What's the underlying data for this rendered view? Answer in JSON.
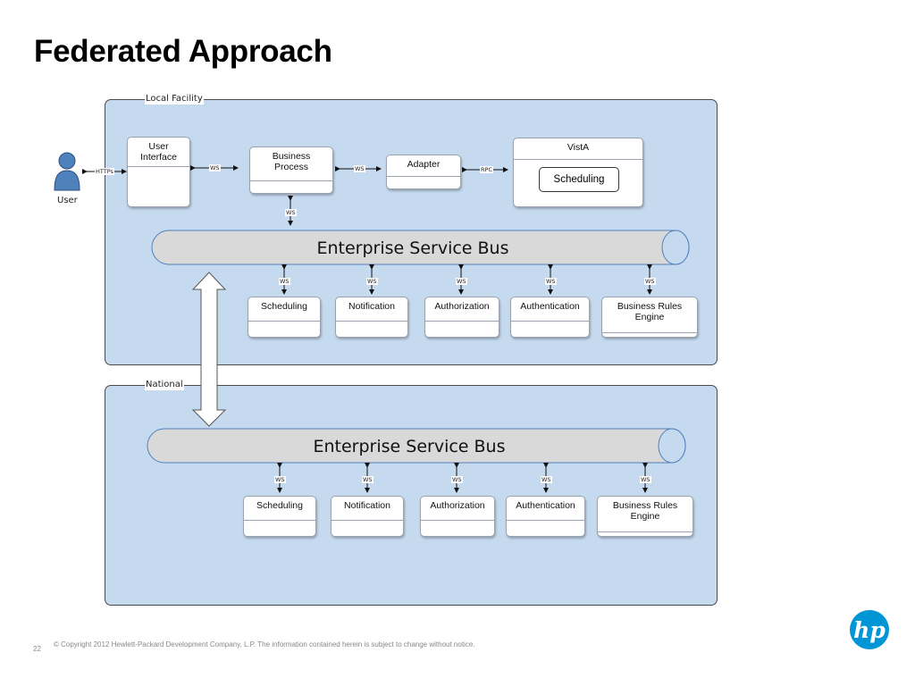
{
  "slide": {
    "title": "Federated Approach",
    "page_number": "22",
    "copyright": "© Copyright 2012 Hewlett-Packard Development Company, L.P.  The information contained herein is subject to change without notice."
  },
  "local": {
    "label": "Local Facility",
    "user_label": "User",
    "https_tag": "HTTPs",
    "ui_label": "User\nInterface",
    "bp_label": "Business\nProcess",
    "adapter_label": "Adapter",
    "vista_label": "VistA",
    "vista_scheduling": "Scheduling",
    "ws_tag": "WS",
    "rpc_tag": "RPC",
    "esb_label": "Enterprise Service Bus",
    "services": [
      "Scheduling",
      "Notification",
      "Authorization",
      "Authentication",
      "Business Rules\nEngine"
    ]
  },
  "national": {
    "label": "National",
    "esb_label": "Enterprise Service Bus",
    "services": [
      "Scheduling",
      "Notification",
      "Authorization",
      "Authentication",
      "Business Rules\nEngine"
    ]
  },
  "colors": {
    "region_fill": "#c5d9ef",
    "bus_fill": "#d9d9d9",
    "bus_end": "#c5d9ef",
    "user_icon": "#4f81bd",
    "hp_logo": "#0096d6"
  },
  "icons": [
    "user-icon",
    "hp-logo"
  ]
}
